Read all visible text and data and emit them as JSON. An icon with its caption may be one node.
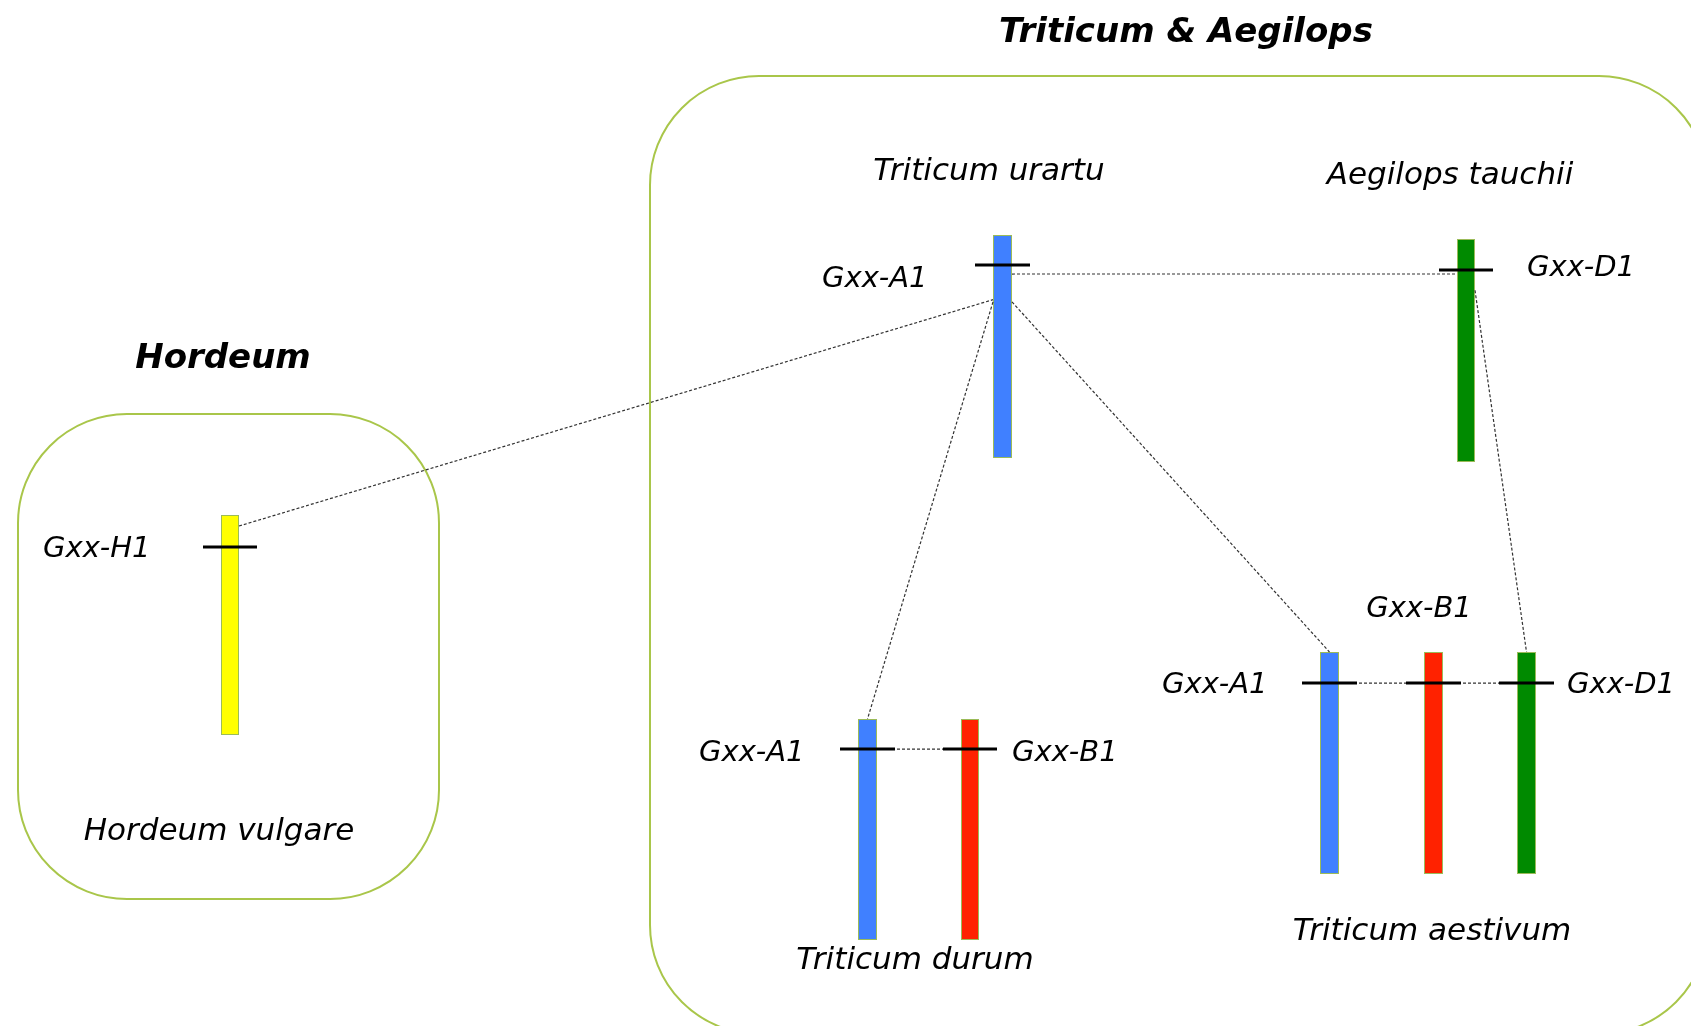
{
  "diagram": {
    "nodes": [
      {
        "text": [
          "Triticum & Aegilops"
        ]
      },
      {
        "text": [],
        "shape": "bar",
        "in": 0,
        "beside": [
          "Gxx-A1"
        ]
      },
      {
        "text": [],
        "shape": "bar",
        "in": 0,
        "beside": [
          "Gxx-D1"
        ]
      },
      {
        "text": [
          "Hordeum"
        ]
      },
      {
        "text": [],
        "shape": "bar",
        "in": 3,
        "beside": [
          "Gxx-H1"
        ]
      },
      {
        "text": [],
        "shape": "bar",
        "in": 0,
        "beside": [
          "Gxx-A1"
        ]
      },
      {
        "text": [],
        "shape": "bar",
        "in": 0,
        "beside": [
          "Gxx-B1"
        ]
      },
      {
        "text": [],
        "shape": "bar",
        "in": 0,
        "beside": [
          "Gxx-D1"
        ]
      },
      {
        "text": [],
        "shape": "bar",
        "in": 0,
        "beside": [
          "Gxx-A1"
        ]
      },
      {
        "text": [],
        "shape": "bar",
        "in": 0,
        "beside": [
          "Gxx-B1"
        ]
      }
    ],
    "edges": [
      {
        "from": 4,
        "to": 1,
        "arrow": "none",
        "style": "dashed"
      },
      {
        "from": 1,
        "to": 2,
        "arrow": "none",
        "style": "dashed"
      },
      {
        "from": 1,
        "to": 8,
        "arrow": "none",
        "style": "dashed"
      },
      {
        "from": 1,
        "to": 5,
        "arrow": "none",
        "style": "dashed"
      },
      {
        "from": 2,
        "to": 7,
        "arrow": "none",
        "style": "dashed"
      },
      {
        "from": 8,
        "to": 9,
        "arrow": "none",
        "style": "dashed"
      },
      {
        "from": 5,
        "to": 6,
        "arrow": "none",
        "style": "dashed"
      },
      {
        "from": 6,
        "to": 7,
        "arrow": "none",
        "style": "dashed"
      }
    ],
    "labels": [
      "Triticum urartu",
      "Aegilops tauchii",
      "Hordeum vulgare",
      "Triticum aestivum",
      "Triticum durum"
    ]
  }
}
